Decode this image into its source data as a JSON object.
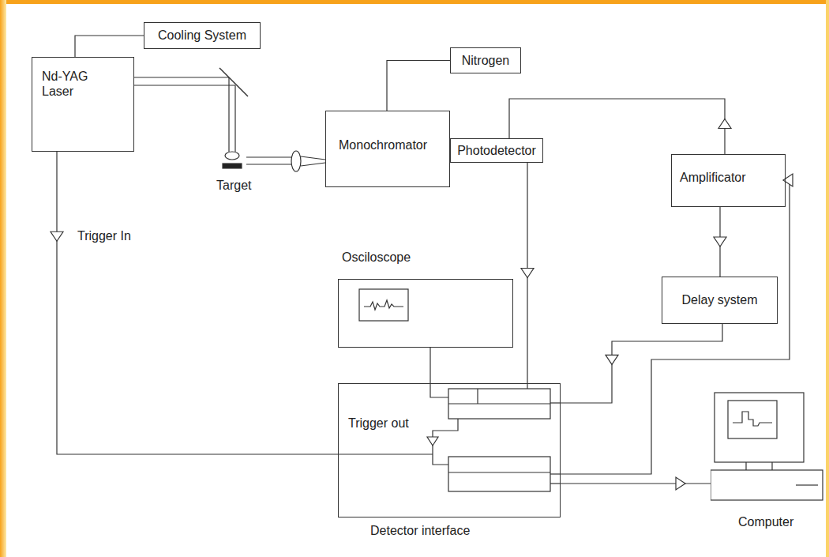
{
  "diagram": {
    "nodes": [
      {
        "text": [
          "Cooling System"
        ]
      },
      {
        "text": [
          "Nd-YAG Laser"
        ]
      },
      {
        "text": [
          "Nitrogen"
        ]
      },
      {
        "text": [
          "Monochromator"
        ]
      },
      {
        "text": [
          "Photodetector"
        ]
      },
      {
        "text": [
          "Amplificator"
        ]
      },
      {
        "text": [
          "Delay system"
        ]
      },
      {
        "text": [
          "Osciloscope"
        ]
      },
      {
        "text": [
          "Trigger out",
          "Detector interface"
        ]
      },
      {
        "text": [
          "Computer"
        ]
      }
    ],
    "edges": [
      {
        "from": 0,
        "to": 1,
        "arrow": "none"
      },
      {
        "from": 2,
        "to": 3,
        "arrow": "none"
      },
      {
        "from": 5,
        "to": 4,
        "arrow": "to"
      },
      {
        "from": 4,
        "to": 8,
        "arrow": "to"
      },
      {
        "from": 5,
        "to": 6,
        "arrow": "to"
      },
      {
        "from": 6,
        "to": 8,
        "arrow": "to"
      },
      {
        "from": 8,
        "to": 5,
        "arrow": "to"
      },
      {
        "from": 7,
        "to": 8,
        "arrow": "none"
      },
      {
        "from": 8,
        "to": 9,
        "arrow": "to"
      },
      {
        "from": 1,
        "to": 8,
        "label": "Trigger In",
        "arrow": "to"
      }
    ],
    "labels": [
      "Target"
    ]
  }
}
